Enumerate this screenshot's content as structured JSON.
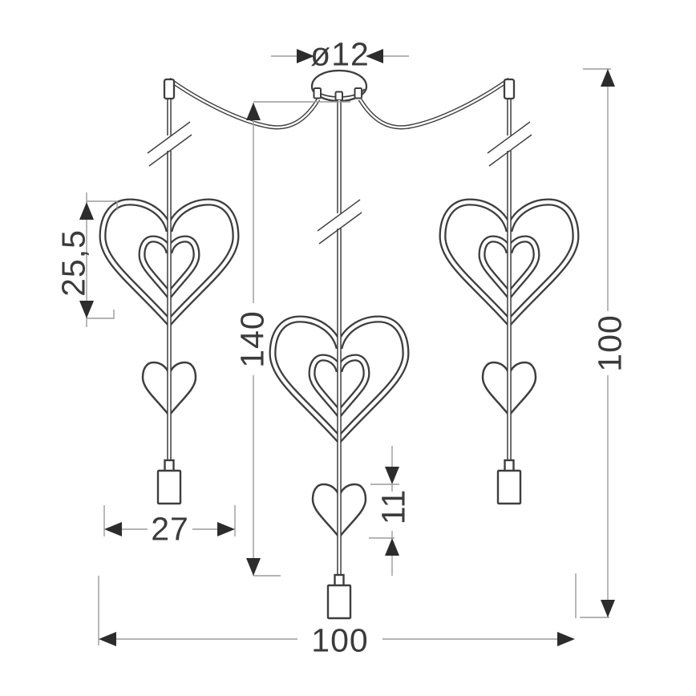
{
  "dimensions": {
    "canopy_diameter": "ø12",
    "large_heart_height": "25,5",
    "cord_length": "140",
    "small_heart_height": "11",
    "total_height": "100",
    "pendant_width": "27",
    "total_width": "100"
  },
  "colors": {
    "background": "#ffffff",
    "drawing_line": "#3e3e3e",
    "dimension_line": "#9b9b9b",
    "arrow": "#2c2c2c",
    "label_text": "#3b3b3b"
  }
}
